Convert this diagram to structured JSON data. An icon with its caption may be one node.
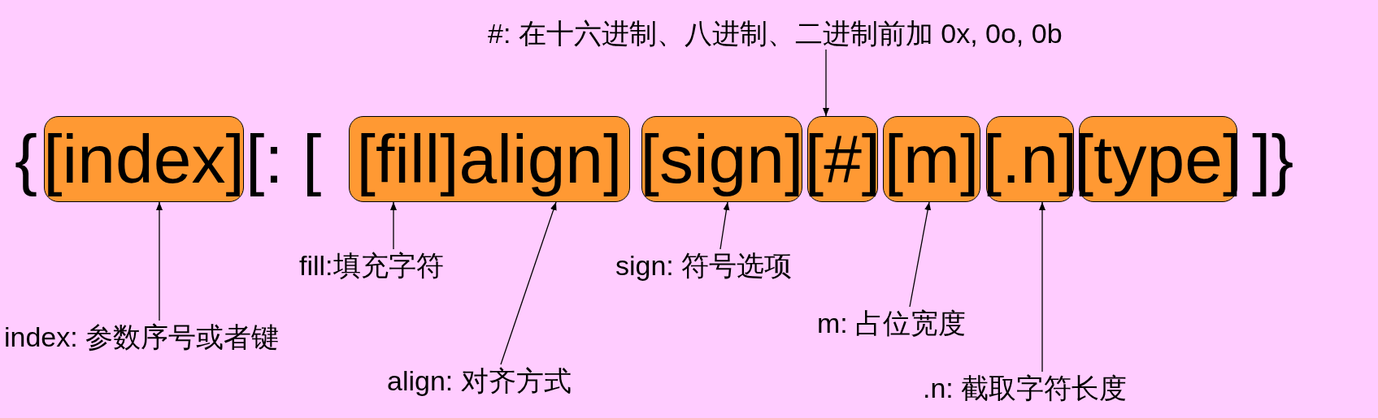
{
  "diagram": {
    "nodes": [
      {
        "text": [
          "#: 在十六进制、八进制、二进制前加 0x, 0o, 0b"
        ]
      },
      {
        "text": [
          "[index]"
        ]
      },
      {
        "text": [
          "[fill]align]"
        ]
      },
      {
        "text": [
          "[sign]"
        ]
      },
      {
        "text": [
          "[#]"
        ]
      },
      {
        "text": [
          "[m]"
        ]
      },
      {
        "text": [
          "[.n]"
        ]
      },
      {
        "text": [
          "[type]"
        ]
      },
      {
        "text": [
          "fill:填充字符"
        ]
      },
      {
        "text": [
          "sign: 符号选项"
        ]
      },
      {
        "text": [
          "index: 参数序号或者键"
        ]
      },
      {
        "text": [
          "m: 占位宽度"
        ]
      },
      {
        "text": [
          "align: 对齐方式"
        ]
      },
      {
        "text": [
          ".n: 截取字符长度"
        ]
      }
    ],
    "edges": [
      {
        "from": 0,
        "to": 4,
        "arrow": "to"
      },
      {
        "from": 10,
        "to": 1,
        "arrow": "to"
      },
      {
        "from": 8,
        "to": 2,
        "arrow": "to"
      },
      {
        "from": 12,
        "to": 2,
        "arrow": "to"
      },
      {
        "from": 9,
        "to": 3,
        "arrow": "to"
      },
      {
        "from": 11,
        "to": 5,
        "arrow": "to"
      },
      {
        "from": 13,
        "to": 6,
        "arrow": "to"
      }
    ],
    "labels": [
      "{",
      "[: [",
      "]}"
    ]
  }
}
